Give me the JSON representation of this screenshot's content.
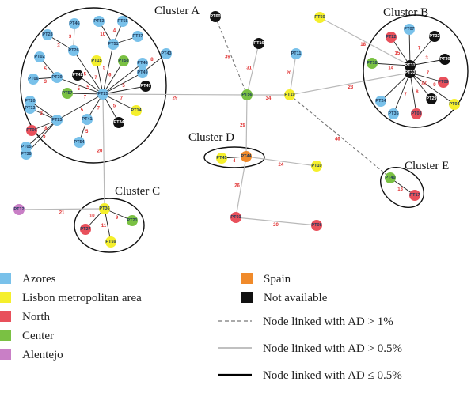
{
  "colors": {
    "Azores": "#79c1ea",
    "Lisbon": "#f5ef2c",
    "North": "#e8505b",
    "Center": "#7ac143",
    "Alentejo": "#c97fc6",
    "Spain": "#f08a2a",
    "NA": "#111111"
  },
  "clusters": [
    {
      "id": "A",
      "label": "Cluster A"
    },
    {
      "id": "B",
      "label": "Cluster B"
    },
    {
      "id": "C",
      "label": "Cluster C"
    },
    {
      "id": "D",
      "label": "Cluster D"
    },
    {
      "id": "E",
      "label": "Cluster E"
    }
  ],
  "nodes": [
    {
      "id": "PT46",
      "label": "PT46",
      "region": "Azores"
    },
    {
      "id": "PT53",
      "label": "PT53",
      "region": "Azores"
    },
    {
      "id": "PT55",
      "label": "PT55",
      "region": "Azores"
    },
    {
      "id": "PT28",
      "label": "PT28",
      "region": "Azores"
    },
    {
      "id": "PT51",
      "label": "PT51",
      "region": "Azores"
    },
    {
      "id": "PT37",
      "label": "PT37",
      "region": "Azores"
    },
    {
      "id": "PT26",
      "label": "PT26",
      "region": "Azores"
    },
    {
      "id": "PT02",
      "label": "PT02",
      "region": "Azores"
    },
    {
      "id": "PT15",
      "label": "PT15",
      "region": "Lisbon"
    },
    {
      "id": "PT58",
      "label": "PT58",
      "region": "Center"
    },
    {
      "id": "PT48",
      "label": "PT48",
      "region": "Azores"
    },
    {
      "id": "PT43",
      "label": "PT43",
      "region": "Azores"
    },
    {
      "id": "PT06",
      "label": "PT06",
      "region": "Azores"
    },
    {
      "id": "PT39",
      "label": "PT39",
      "region": "Azores"
    },
    {
      "id": "PT42",
      "label": "PT42",
      "region": "NA"
    },
    {
      "id": "PT49",
      "label": "PT49",
      "region": "Azores"
    },
    {
      "id": "PT47",
      "label": "PT47",
      "region": "NA"
    },
    {
      "id": "PT57",
      "label": "PT57",
      "region": "Center"
    },
    {
      "id": "PT25",
      "label": "PT25",
      "region": "Azores"
    },
    {
      "id": "PT20",
      "label": "PT20",
      "region": "Azores"
    },
    {
      "id": "PT13",
      "label": "PT13",
      "region": "Azores"
    },
    {
      "id": "PT14",
      "label": "PT14",
      "region": "Lisbon"
    },
    {
      "id": "PT23",
      "label": "PT23",
      "region": "Azores"
    },
    {
      "id": "PT41",
      "label": "PT41",
      "region": "Azores"
    },
    {
      "id": "PT34",
      "label": "PT34",
      "region": "NA"
    },
    {
      "id": "PT06b",
      "label": "PT06",
      "region": "North"
    },
    {
      "id": "PT54",
      "label": "PT54",
      "region": "Azores"
    },
    {
      "id": "PT05",
      "label": "PT05",
      "region": "Azores"
    },
    {
      "id": "PT38",
      "label": "PT38",
      "region": "Azores"
    },
    {
      "id": "PT60",
      "label": "PT60",
      "region": "NA"
    },
    {
      "id": "PT16",
      "label": "PT16",
      "region": "NA"
    },
    {
      "id": "PT11",
      "label": "PT11",
      "region": "Azores"
    },
    {
      "id": "PT50",
      "label": "PT50",
      "region": "Lisbon"
    },
    {
      "id": "PT56",
      "label": "PT56",
      "region": "Center"
    },
    {
      "id": "PT19",
      "label": "PT19",
      "region": "Lisbon"
    },
    {
      "id": "PT07",
      "label": "PT07",
      "region": "Azores"
    },
    {
      "id": "PT22",
      "label": "PT22",
      "region": "North"
    },
    {
      "id": "PT32",
      "label": "PT32",
      "region": "NA"
    },
    {
      "id": "PT18",
      "label": "PT18",
      "region": "Center"
    },
    {
      "id": "PT31",
      "label": "PT31",
      "region": "NA"
    },
    {
      "id": "PT33",
      "label": "PT33",
      "region": "NA"
    },
    {
      "id": "PT30",
      "label": "PT30",
      "region": "NA"
    },
    {
      "id": "PT09",
      "label": "PT09",
      "region": "North"
    },
    {
      "id": "PT24",
      "label": "PT24",
      "region": "Azores"
    },
    {
      "id": "PT29",
      "label": "PT29",
      "region": "NA"
    },
    {
      "id": "PT04",
      "label": "PT04",
      "region": "Lisbon"
    },
    {
      "id": "PT35",
      "label": "PT35",
      "region": "Azores"
    },
    {
      "id": "PT03",
      "label": "PT03",
      "region": "North"
    },
    {
      "id": "PT45",
      "label": "PT45",
      "region": "Lisbon"
    },
    {
      "id": "PT44",
      "label": "PT44",
      "region": "Spain"
    },
    {
      "id": "PT10",
      "label": "PT10",
      "region": "Lisbon"
    },
    {
      "id": "PT40",
      "label": "PT40",
      "region": "Center"
    },
    {
      "id": "PT17",
      "label": "PT17",
      "region": "North"
    },
    {
      "id": "PT01",
      "label": "PT01",
      "region": "North"
    },
    {
      "id": "PT08",
      "label": "PT08",
      "region": "North"
    },
    {
      "id": "PT12",
      "label": "PT12",
      "region": "Alentejo"
    },
    {
      "id": "PT36",
      "label": "PT36",
      "region": "Lisbon"
    },
    {
      "id": "PT21",
      "label": "PT21",
      "region": "Center"
    },
    {
      "id": "PT27",
      "label": "PT27",
      "region": "North"
    },
    {
      "id": "PT59",
      "label": "PT59",
      "region": "Lisbon"
    }
  ],
  "edges": [
    {
      "s": "PT46",
      "t": "PT26",
      "label": "3",
      "type": "thin"
    },
    {
      "s": "PT53",
      "t": "PT51",
      "label": "10",
      "type": "thin"
    },
    {
      "s": "PT55",
      "t": "PT51",
      "label": "4",
      "type": "thin"
    },
    {
      "s": "PT28",
      "t": "PT26",
      "label": "3",
      "type": "thin"
    },
    {
      "s": "PT37",
      "t": "PT51",
      "label": "",
      "type": "thin"
    },
    {
      "s": "PT51",
      "t": "PT25",
      "label": "5",
      "type": "thin"
    },
    {
      "s": "PT26",
      "t": "PT25",
      "label": "5",
      "type": "thin"
    },
    {
      "s": "PT02",
      "t": "PT39",
      "label": "5",
      "type": "thin"
    },
    {
      "s": "PT15",
      "t": "PT25",
      "label": "7",
      "type": "thin"
    },
    {
      "s": "PT58",
      "t": "PT25",
      "label": "6",
      "type": "thin"
    },
    {
      "s": "PT48",
      "t": "PT25",
      "label": "",
      "type": "thin"
    },
    {
      "s": "PT43",
      "t": "PT49",
      "label": "8",
      "type": "thin"
    },
    {
      "s": "PT06",
      "t": "PT39",
      "label": "3",
      "type": "thin"
    },
    {
      "s": "PT39",
      "t": "PT25",
      "label": "5",
      "type": "thin"
    },
    {
      "s": "PT42",
      "t": "PT25",
      "label": "5",
      "type": "thin"
    },
    {
      "s": "PT49",
      "t": "PT25",
      "label": "",
      "type": "thin"
    },
    {
      "s": "PT47",
      "t": "PT25",
      "label": "5",
      "type": "thin"
    },
    {
      "s": "PT57",
      "t": "PT25",
      "label": "7",
      "type": "thin"
    },
    {
      "s": "PT20",
      "t": "PT23",
      "label": "3",
      "type": "thin"
    },
    {
      "s": "PT13",
      "t": "PT23",
      "label": "",
      "type": "thin"
    },
    {
      "s": "PT23",
      "t": "PT25",
      "label": "5",
      "type": "thin"
    },
    {
      "s": "PT14",
      "t": "PT25",
      "label": "7",
      "type": "thin"
    },
    {
      "s": "PT41",
      "t": "PT25",
      "label": "7",
      "type": "thin"
    },
    {
      "s": "PT34",
      "t": "PT25",
      "label": "5",
      "type": "thin"
    },
    {
      "s": "PT06b",
      "t": "PT23",
      "label": "8",
      "type": "thin"
    },
    {
      "s": "PT54",
      "t": "PT41",
      "label": "5",
      "type": "thin"
    },
    {
      "s": "PT05",
      "t": "PT23",
      "label": "5",
      "type": "thin"
    },
    {
      "s": "PT38",
      "t": "PT23",
      "label": "",
      "type": "thin"
    },
    {
      "s": "PT25",
      "t": "PT56",
      "label": "29",
      "type": "gray"
    },
    {
      "s": "PT25",
      "t": "PT36",
      "label": "20",
      "type": "gray"
    },
    {
      "s": "PT60",
      "t": "PT56",
      "label": "39",
      "type": "dashed"
    },
    {
      "s": "PT16",
      "t": "PT56",
      "label": "31",
      "type": "gray"
    },
    {
      "s": "PT56",
      "t": "PT19",
      "label": "34",
      "type": "gray"
    },
    {
      "s": "PT11",
      "t": "PT19",
      "label": "20",
      "type": "gray"
    },
    {
      "s": "PT50",
      "t": "PT31",
      "label": "18",
      "type": "gray"
    },
    {
      "s": "PT19",
      "t": "PT33",
      "label": "23",
      "type": "gray"
    },
    {
      "s": "PT19",
      "t": "PT40",
      "label": "46",
      "type": "dashed"
    },
    {
      "s": "PT56",
      "t": "PT44",
      "label": "29",
      "type": "gray"
    },
    {
      "s": "PT07",
      "t": "PT31",
      "label": "",
      "type": "thin"
    },
    {
      "s": "PT22",
      "t": "PT31",
      "label": "15",
      "type": "thin"
    },
    {
      "s": "PT32",
      "t": "PT31",
      "label": "7",
      "type": "thin"
    },
    {
      "s": "PT18",
      "t": "PT31",
      "label": "14",
      "type": "thin"
    },
    {
      "s": "PT30",
      "t": "PT31",
      "label": "3",
      "type": "thin"
    },
    {
      "s": "PT31",
      "t": "PT33",
      "label": "",
      "type": "thick"
    },
    {
      "s": "PT09",
      "t": "PT33",
      "label": "7",
      "type": "thin"
    },
    {
      "s": "PT24",
      "t": "PT33",
      "label": "",
      "type": "thin"
    },
    {
      "s": "PT29",
      "t": "PT33",
      "label": "12",
      "type": "thin"
    },
    {
      "s": "PT04",
      "t": "PT33",
      "label": "9",
      "type": "thin"
    },
    {
      "s": "PT35",
      "t": "PT33",
      "label": "7",
      "type": "thin"
    },
    {
      "s": "PT03",
      "t": "PT33",
      "label": "8",
      "type": "thin"
    },
    {
      "s": "PT45",
      "t": "PT44",
      "label": "4",
      "type": "thin"
    },
    {
      "s": "PT44",
      "t": "PT10",
      "label": "24",
      "type": "gray"
    },
    {
      "s": "PT44",
      "t": "PT01",
      "label": "26",
      "type": "gray"
    },
    {
      "s": "PT01",
      "t": "PT08",
      "label": "20",
      "type": "gray"
    },
    {
      "s": "PT40",
      "t": "PT17",
      "label": "13",
      "type": "thin"
    },
    {
      "s": "PT12",
      "t": "PT36",
      "label": "21",
      "type": "gray"
    },
    {
      "s": "PT36",
      "t": "PT21",
      "label": "9",
      "type": "thin"
    },
    {
      "s": "PT36",
      "t": "PT27",
      "label": "10",
      "type": "thin"
    },
    {
      "s": "PT36",
      "t": "PT59",
      "label": "11",
      "type": "thin"
    }
  ],
  "legend": {
    "regions": [
      {
        "label": "Azores",
        "color": "#79c1ea"
      },
      {
        "label": "Lisbon metropolitan area",
        "color": "#f5ef2c"
      },
      {
        "label": "North",
        "color": "#e8505b"
      },
      {
        "label": "Center",
        "color": "#7ac143"
      },
      {
        "label": "Alentejo",
        "color": "#c97fc6"
      },
      {
        "label": "Spain",
        "color": "#f08a2a"
      },
      {
        "label": "Not available",
        "color": "#111111"
      }
    ],
    "lines": [
      {
        "label": "Node linked with AD > 1%",
        "style": "dashed"
      },
      {
        "label": "Node linked with AD > 0.5%",
        "style": "gray"
      },
      {
        "label": "Node linked with AD ≤ 0.5%",
        "style": "thick"
      }
    ]
  }
}
